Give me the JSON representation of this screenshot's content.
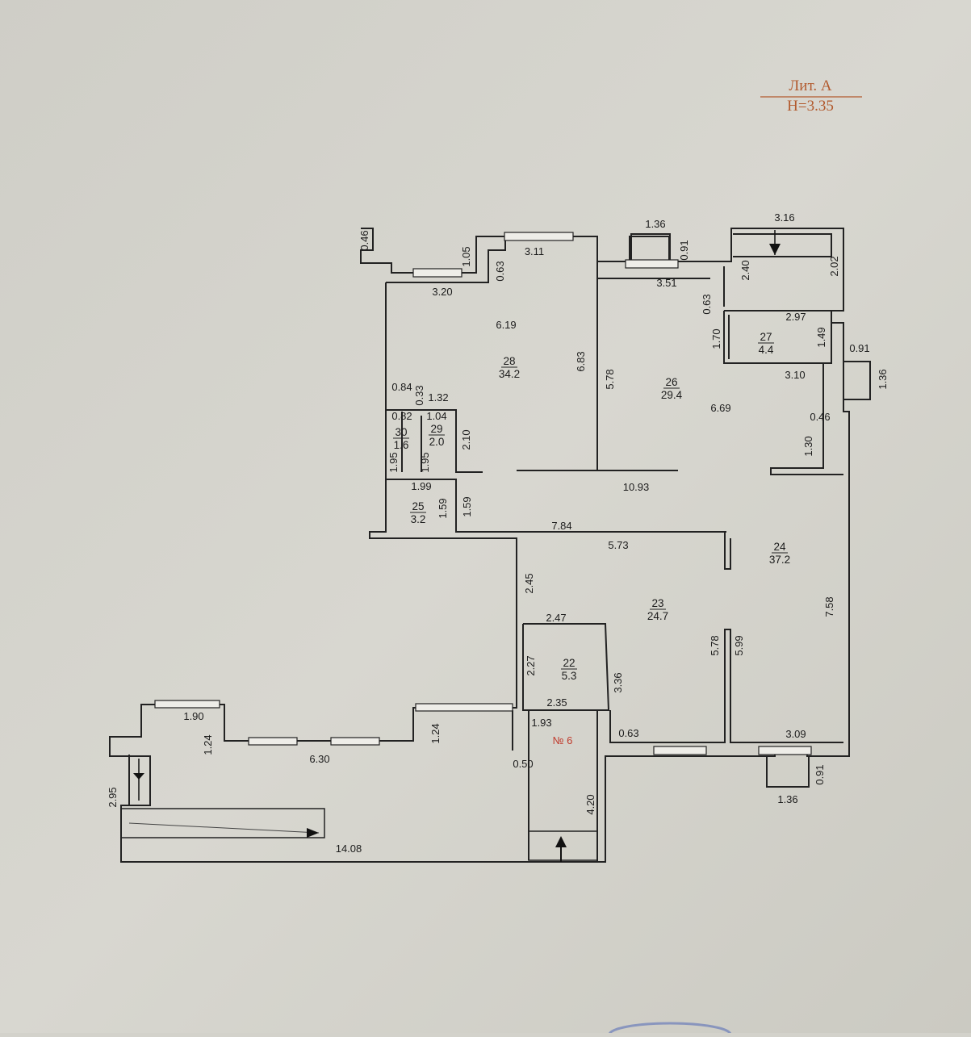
{
  "header": {
    "title": "Лит. А",
    "height": "H=3.35"
  },
  "apartment_label": "№ 6",
  "rooms": [
    {
      "id": "room-28",
      "num": "28",
      "area": "34.2"
    },
    {
      "id": "room-26",
      "num": "26",
      "area": "29.4"
    },
    {
      "id": "room-27",
      "num": "27",
      "area": "4.4"
    },
    {
      "id": "room-29",
      "num": "29",
      "area": "2.0"
    },
    {
      "id": "room-30",
      "num": "30",
      "area": "1.6"
    },
    {
      "id": "room-25",
      "num": "25",
      "area": "3.2"
    },
    {
      "id": "room-24",
      "num": "24",
      "area": "37.2"
    },
    {
      "id": "room-23",
      "num": "23",
      "area": "24.7"
    },
    {
      "id": "room-22",
      "num": "22",
      "area": "5.3"
    }
  ],
  "dimensions": [
    "0.46",
    "1.05",
    "3.11",
    "1.36",
    "0.91",
    "3.16",
    "0.63",
    "3.20",
    "3.51",
    "2.40",
    "2.02",
    "0.63",
    "2.97",
    "6.19",
    "6.83",
    "5.78",
    "1.70",
    "1.49",
    "0.91",
    "1.36",
    "3.10",
    "0.84",
    "0.33",
    "1.32",
    "6.69",
    "0.82",
    "1.04",
    "0.46",
    "2.10",
    "1.95",
    "1.95",
    "1.30",
    "10.93",
    "1.99",
    "1.59",
    "1.59",
    "7.84",
    "5.73",
    "2.45",
    "2.47",
    "5.78",
    "5.99",
    "7.58",
    "2.27",
    "3.36",
    "1.90",
    "2.35",
    "1.93",
    "1.24",
    "1.24",
    "6.30",
    "0.63",
    "3.09",
    "0.50",
    "0.91",
    "2.95",
    "1.36",
    "4.20",
    "14.08"
  ]
}
